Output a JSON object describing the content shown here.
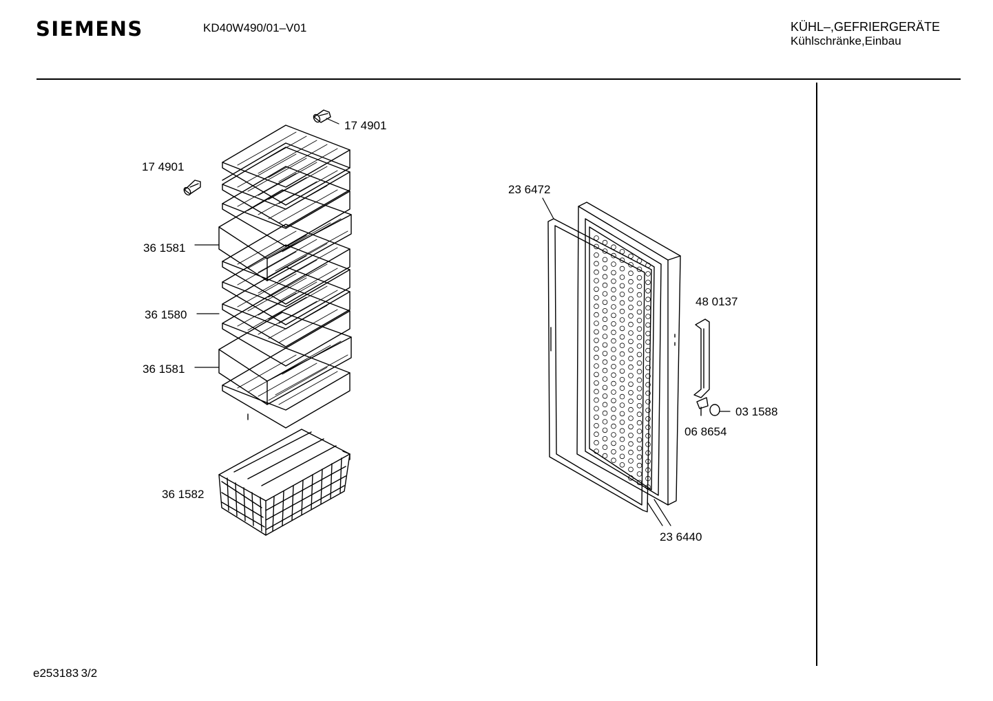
{
  "header": {
    "brand": "SIEMENS",
    "model": "KD40W490/01–V01",
    "category_line1": "KÜHL–,GEFRIERGERÄTE",
    "category_line2": "Kühlschränke,Einbau"
  },
  "parts": [
    {
      "id": "shelf-pin-top",
      "number": "17 4901"
    },
    {
      "id": "shelf-pin-side",
      "number": "17 4901"
    },
    {
      "id": "shelf-upper",
      "number": "36 1581"
    },
    {
      "id": "shelf-middle",
      "number": "36 1580"
    },
    {
      "id": "shelf-lower",
      "number": "36 1581"
    },
    {
      "id": "freezer-basket",
      "number": "36 1582"
    },
    {
      "id": "door-gasket",
      "number": "23 6472"
    },
    {
      "id": "door-panel",
      "number": "23 6440"
    },
    {
      "id": "door-handle",
      "number": "48 0137"
    },
    {
      "id": "handle-cap",
      "number": "03 1588"
    },
    {
      "id": "handle-screw",
      "number": "06 8654"
    }
  ],
  "footer": {
    "drawing_ref": "e253183 3/2"
  }
}
